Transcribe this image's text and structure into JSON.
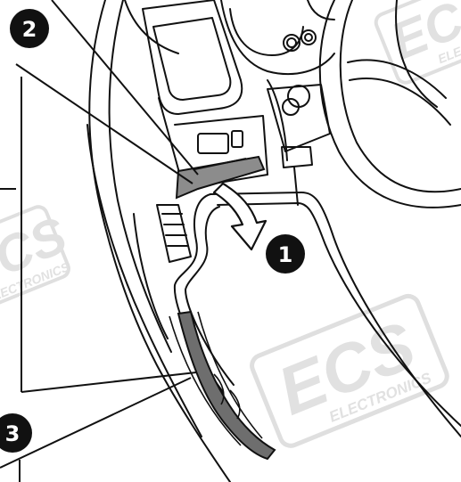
{
  "callouts": [
    {
      "id": "1",
      "label": "1"
    },
    {
      "id": "2",
      "label": "2"
    },
    {
      "id": "3",
      "label": "3"
    }
  ],
  "watermark": {
    "logo_text": "ECS",
    "sub_text": "ELECTRONICS"
  },
  "colors": {
    "line": "#111111",
    "callout_fill": "#111111",
    "callout_text": "#ffffff",
    "panel_fill": "#8c8c8c",
    "cable_fill": "#6e6e6e",
    "watermark": "#d6d6d6"
  }
}
